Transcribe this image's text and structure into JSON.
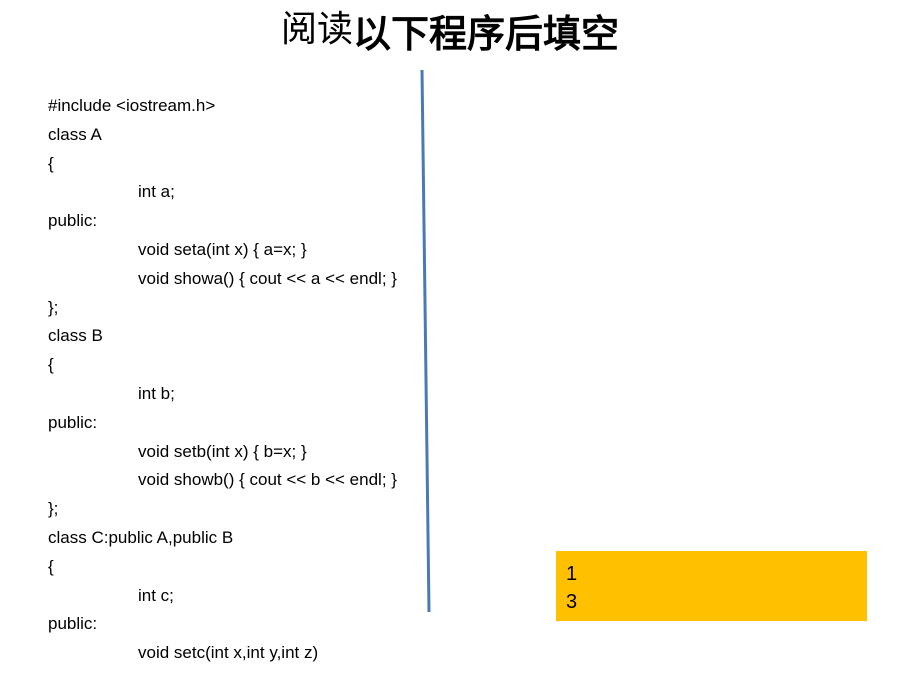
{
  "title": {
    "light": "阅读",
    "bold": "以下程序后填空"
  },
  "code_lines": [
    {
      "text": "#include <iostream.h>",
      "indent": false
    },
    {
      "text": "class A",
      "indent": false
    },
    {
      "text": "{",
      "indent": false
    },
    {
      "text": "int a;",
      "indent": true
    },
    {
      "text": "public:",
      "indent": false
    },
    {
      "text": "void seta(int x) { a=x; }",
      "indent": true
    },
    {
      "text": "void showa() { cout << a << endl; }",
      "indent": true
    },
    {
      "text": "};",
      "indent": false
    },
    {
      "text": "class B",
      "indent": false
    },
    {
      "text": "{",
      "indent": false
    },
    {
      "text": "int b;",
      "indent": true
    },
    {
      "text": "public:",
      "indent": false
    },
    {
      "text": "void setb(int x) { b=x; }",
      "indent": true
    },
    {
      "text": "void showb() { cout << b << endl; }",
      "indent": true
    },
    {
      "text": "};",
      "indent": false
    },
    {
      "text": "class C:public A,public B",
      "indent": false
    },
    {
      "text": "{",
      "indent": false
    },
    {
      "text": "int c;",
      "indent": true
    },
    {
      "text": "public:",
      "indent": false
    },
    {
      "text": "void setc(int x,int y,int z)",
      "indent": true
    }
  ],
  "answer_box": {
    "lines": [
      "1",
      "3"
    ],
    "background": "#ffc000"
  },
  "divider_color": "#4a7ab5"
}
